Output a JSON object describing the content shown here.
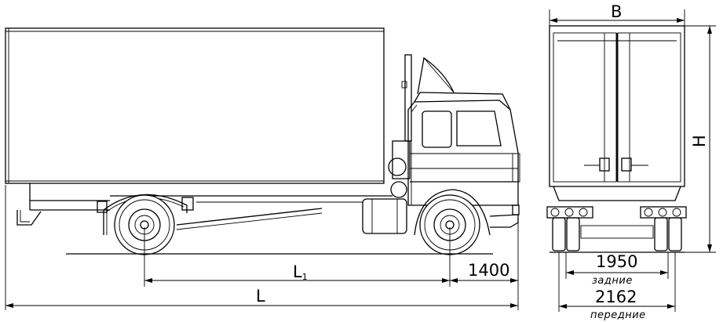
{
  "labels": {
    "B": "B",
    "H": "H",
    "L": "L",
    "L1_main": "L",
    "L1_sub": "1"
  },
  "dimensions": {
    "front_overhang": "1400",
    "rear_track": "1950",
    "rear_track_caption": "задние",
    "front_track": "2162",
    "front_track_caption": "передние"
  }
}
